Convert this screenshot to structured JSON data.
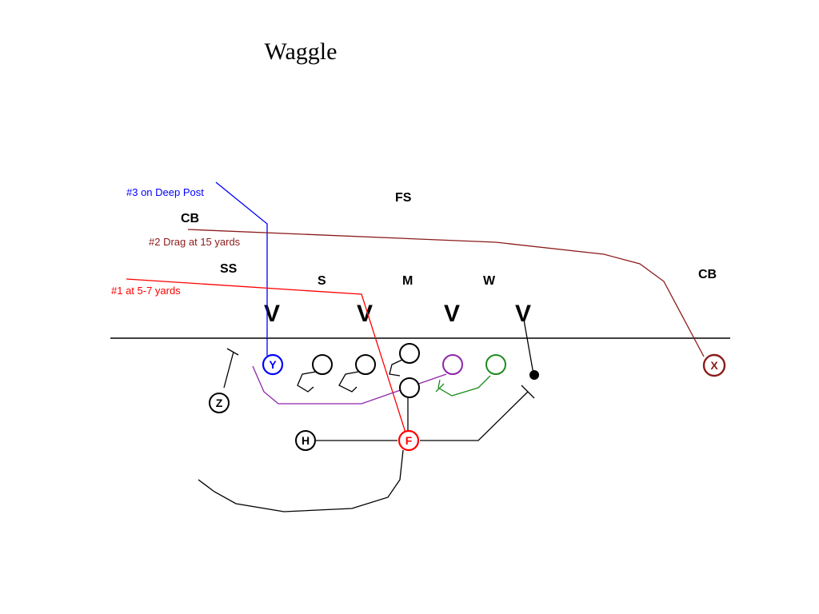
{
  "title": "Waggle",
  "colors": {
    "blue": "#0000ff",
    "dark_red": "#8b1a1a",
    "red": "#ff0000",
    "purple": "#8e24aa",
    "green": "#1e8c1e",
    "black": "#000000"
  },
  "defense": {
    "fs": "FS",
    "cb_left": "CB",
    "ss": "SS",
    "s": "S",
    "m": "M",
    "w": "W",
    "cb_right": "CB",
    "v": "V"
  },
  "annotations": {
    "deep_post": "#3 on Deep Post",
    "drag": "#2 Drag at 15 yards",
    "first": "#1 at 5-7 yards"
  },
  "offense": {
    "y": "Y",
    "z": "Z",
    "h": "H",
    "f": "F",
    "x": "X"
  }
}
